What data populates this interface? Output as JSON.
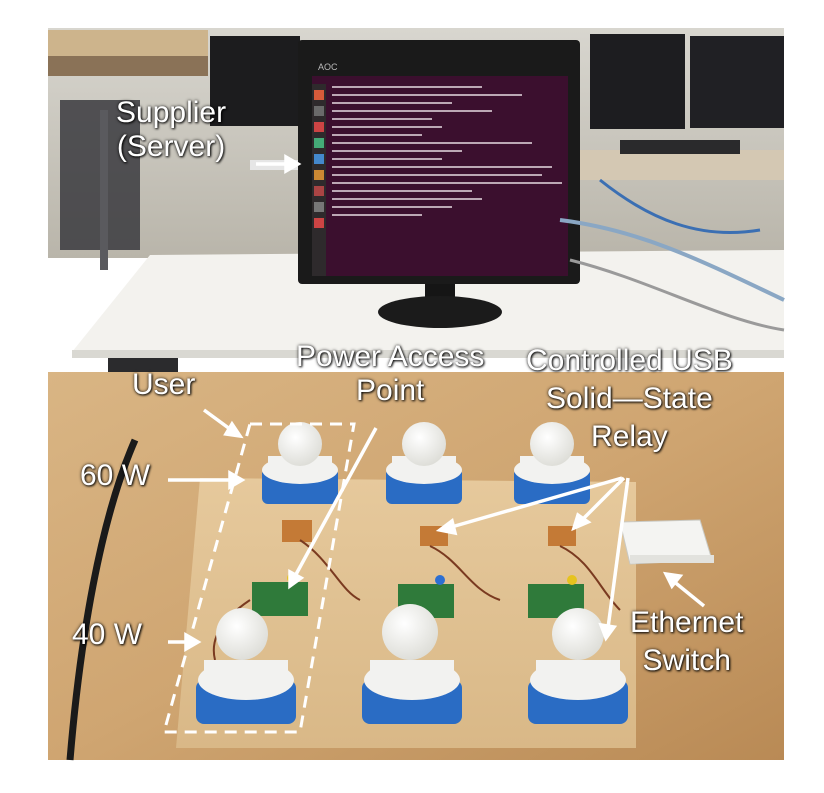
{
  "labels": {
    "supplier_line1": "Supplier",
    "supplier_line2": "(Server)",
    "user": "User",
    "power_access_point_line1": "Power Access",
    "power_access_point_line2": "Point",
    "controlled_usb_line1": "Controlled USB",
    "controlled_usb_line2": "Solid—State",
    "controlled_usb_line3": "Relay",
    "watt_60": "60 W",
    "watt_40": "40 W",
    "ethernet_line1": "Ethernet",
    "ethernet_line2": "Switch"
  },
  "monitor_brand": "AOC",
  "colors": {
    "lab_wall": "#c9c6bd",
    "table_top": "#f1f0ec",
    "wood": "#d2aa78",
    "wood_dark": "#b98a55",
    "terminal_bg": "#3b0f2e",
    "ubuntu_launcher": "#2e2a2c",
    "monitor_bezel": "#1a1a1a",
    "socket_blue": "#2a6cc4",
    "socket_white": "#f2f2f0",
    "bulb": "#fbfbf8",
    "pcb_green": "#2f7a3a",
    "label_text": "#ffffff"
  }
}
